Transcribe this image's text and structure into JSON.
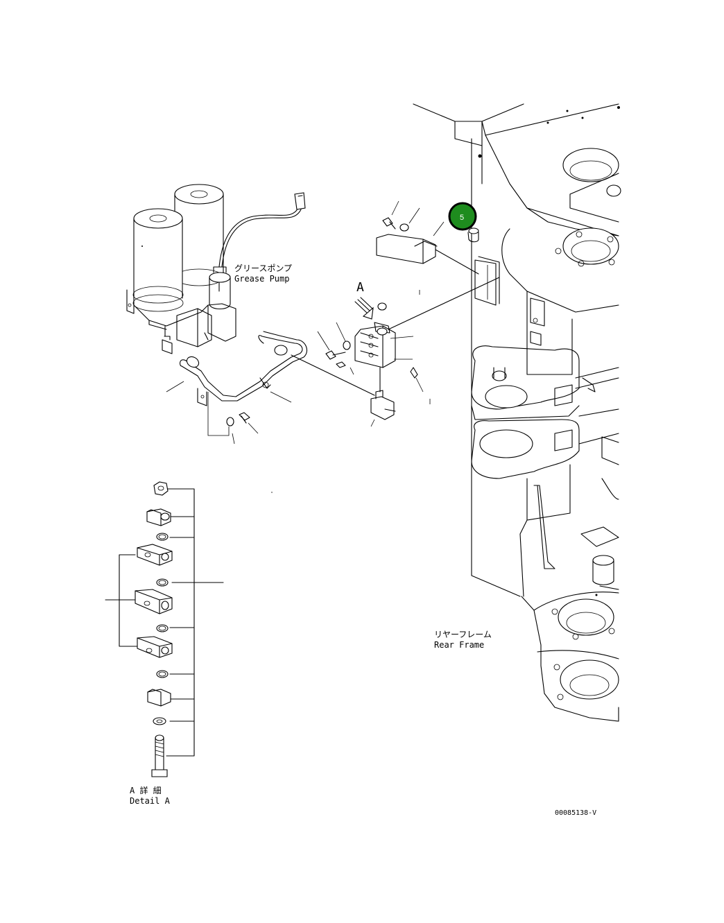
{
  "labels": {
    "grease_pump_jp": "グリースポンプ",
    "grease_pump_en": "Grease Pump",
    "rear_frame_jp": "リヤーフレーム",
    "rear_frame_en": "Rear Frame",
    "detail_jp": "A 詳 細",
    "detail_en": "Detail A",
    "view_letter": "A",
    "drawing_number": "00085138-V"
  },
  "callouts": [
    {
      "number": "5",
      "color": "#1e8c1e",
      "border": "#000000"
    }
  ]
}
